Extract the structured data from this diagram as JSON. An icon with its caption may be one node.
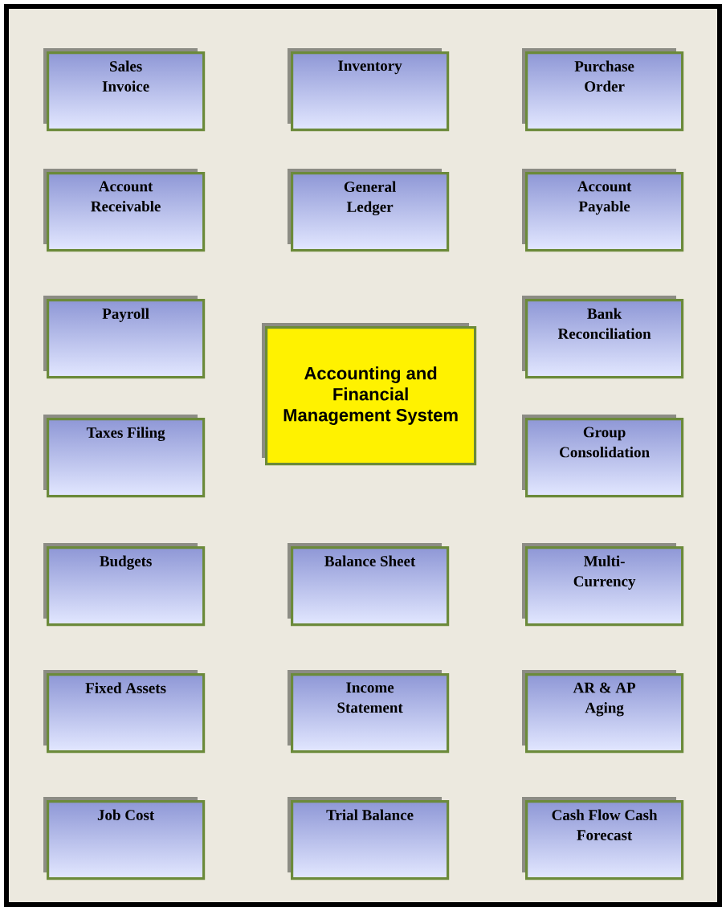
{
  "diagram": {
    "nodes": [
      {
        "text": [
          "Sales Invoice"
        ]
      },
      {
        "text": [
          "Inventory"
        ]
      },
      {
        "text": [
          "Purchase Order"
        ]
      },
      {
        "text": [
          "Account Receivable"
        ]
      },
      {
        "text": [
          "General Ledger"
        ]
      },
      {
        "text": [
          "Account Payable"
        ]
      },
      {
        "text": [
          "Payroll"
        ]
      },
      {
        "text": [
          "Accounting and Financial Management System"
        ]
      },
      {
        "text": [
          "Bank Reconciliation"
        ]
      },
      {
        "text": [
          "Taxes Filing"
        ]
      },
      {
        "text": [
          "Group Consolidation"
        ]
      },
      {
        "text": [
          "Budgets"
        ]
      },
      {
        "text": [
          "Balance Sheet"
        ]
      },
      {
        "text": [
          "Multi-Currency"
        ]
      },
      {
        "text": [
          "Fixed Assets"
        ]
      },
      {
        "text": [
          "Income Statement"
        ]
      },
      {
        "text": [
          "AR & AP Aging"
        ]
      },
      {
        "text": [
          "Job Cost"
        ]
      },
      {
        "text": [
          "Trial Balance"
        ]
      },
      {
        "text": [
          "Cash Flow Cash Forecast"
        ]
      }
    ]
  }
}
